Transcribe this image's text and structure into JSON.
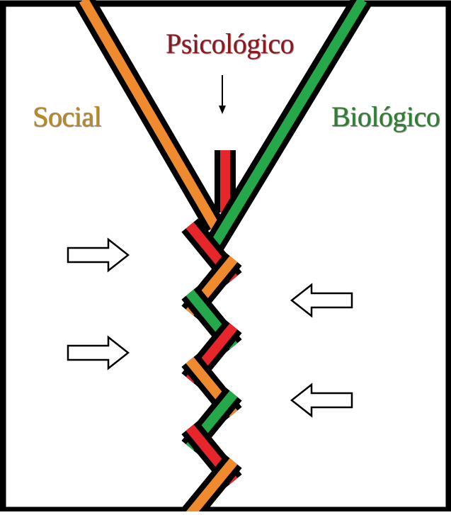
{
  "diagram": {
    "labels": {
      "psicologico": "Psicológico",
      "social": "Social",
      "biologico": "Biológico"
    },
    "colors": {
      "psicologico": "#8e1820",
      "social": "#b98a1e",
      "biologico": "#2f7f33",
      "strand_social": "#f08a2e",
      "strand_biologico": "#25a84a",
      "strand_psicologico": "#e6262a",
      "outline": "#000000",
      "frame": "#000000",
      "arrow_fill": "#ffffff",
      "arrow_stroke": "#000000"
    },
    "arrows": {
      "left": [
        "arrow-right-icon",
        "arrow-right-icon"
      ],
      "right": [
        "arrow-left-icon",
        "arrow-left-icon"
      ]
    }
  }
}
